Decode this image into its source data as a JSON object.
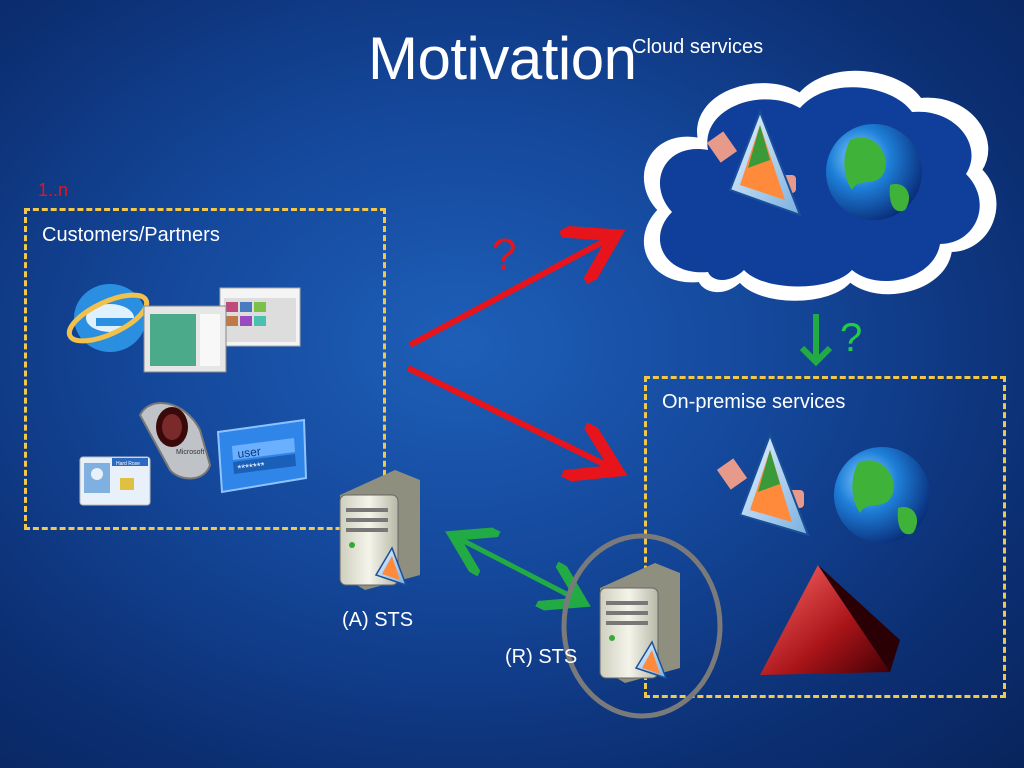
{
  "slide": {
    "title": "Motivation",
    "multiplicity": "1..n",
    "customers_label": "Customers/Partners",
    "cloud_label": "Cloud services",
    "onprem_label": "On-premise services",
    "sts_a_label": "(A) STS",
    "sts_r_label": "(R) STS",
    "question_mark_red": "?",
    "question_mark_green": "?",
    "login_user_text": "user",
    "login_password_text": "*******",
    "id_card_name": "Hard Rose",
    "fingerprint_brand": "Microsoft"
  },
  "colors": {
    "dashed_border": "#f2c84b",
    "red_arrow": "#e8141b",
    "green_arrow": "#22aa44",
    "multiplicity_text": "#e8141b",
    "circle_highlight": "#7a7a7a"
  },
  "icons": [
    "internet-explorer-icon",
    "browser-window-icon",
    "fingerprint-reader-icon",
    "id-card-icon",
    "login-card-icon",
    "sts-server-icon",
    "service-prism-icon",
    "globe-icon",
    "pyramid-icon",
    "cloud-shape"
  ]
}
